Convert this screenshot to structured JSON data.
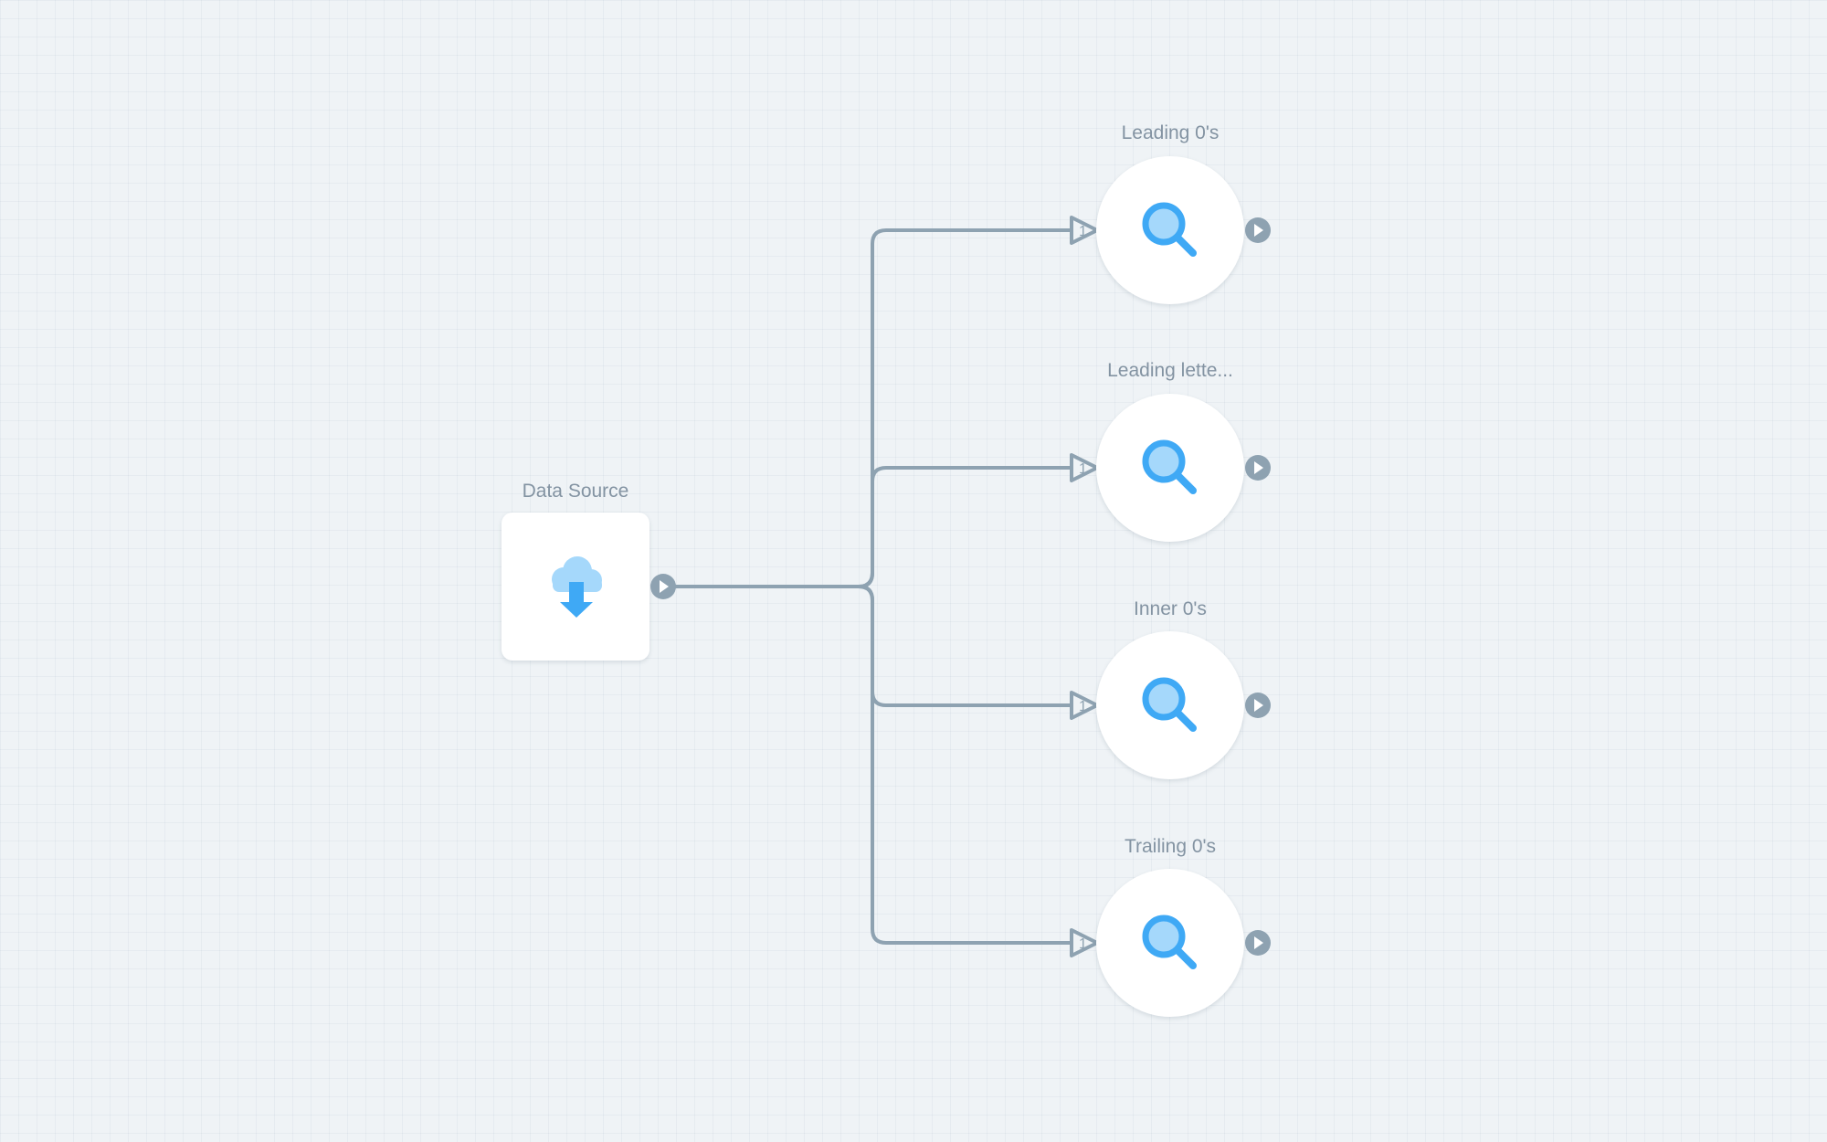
{
  "colors": {
    "canvas_background": "#eff3f6",
    "node_fill": "#ffffff",
    "edge": "#8ea2b1",
    "port": "#8ea2b1",
    "icon_primary": "#3fa9f5",
    "icon_light": "#a5d8fb",
    "label_text": "#8393a2"
  },
  "source_node": {
    "label": "Data Source",
    "icon": "cloud-download-icon"
  },
  "target_nodes": [
    {
      "label": "Leading 0's",
      "icon": "search-icon",
      "input_port_label": "1"
    },
    {
      "label": "Leading lette...",
      "icon": "search-icon",
      "input_port_label": "1"
    },
    {
      "label": "Inner 0's",
      "icon": "search-icon",
      "input_port_label": "1"
    },
    {
      "label": "Trailing 0's",
      "icon": "search-icon",
      "input_port_label": "1"
    }
  ]
}
